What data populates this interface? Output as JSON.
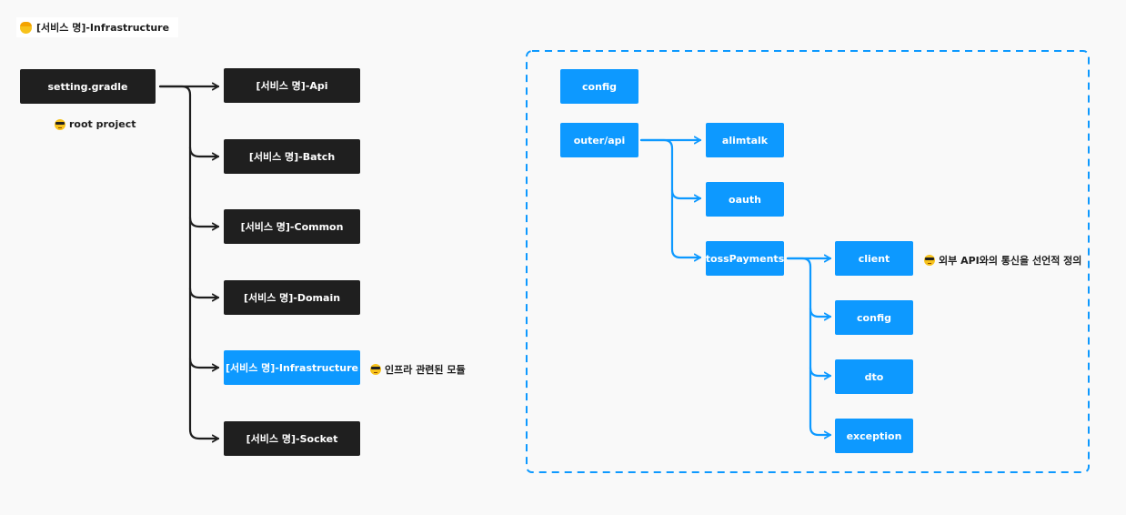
{
  "title": "[서비스 명]-Infrastructure",
  "title_icon": "construction-worker-icon",
  "colors": {
    "dark_node": "#1f1f1f",
    "blue_node": "#0d99ff",
    "dark_arrow": "#1e1e1e",
    "blue_arrow": "#0d99ff",
    "dashed_border": "#0d99ff"
  },
  "left_tree": {
    "root": "setting.gradle",
    "root_note": "root project",
    "modules": [
      {
        "label": "[서비스 명]-Api",
        "highlight": false
      },
      {
        "label": "[서비스 명]-Batch",
        "highlight": false
      },
      {
        "label": "[서비스 명]-Common",
        "highlight": false
      },
      {
        "label": "[서비스 명]-Domain",
        "highlight": false
      },
      {
        "label": "[서비스 명]-Infrastructure",
        "highlight": true
      },
      {
        "label": "[서비스 명]-Socket",
        "highlight": false
      }
    ],
    "infra_note": "인프라 관련된 모듈"
  },
  "right_tree": {
    "config": "config",
    "outer_api": "outer/api",
    "outer_children": [
      "alimtalk",
      "oauth",
      "tossPayments"
    ],
    "toss_children": [
      "client",
      "config",
      "dto",
      "exception"
    ],
    "client_note": "외부 API와의 통신을 선언적 정의"
  }
}
